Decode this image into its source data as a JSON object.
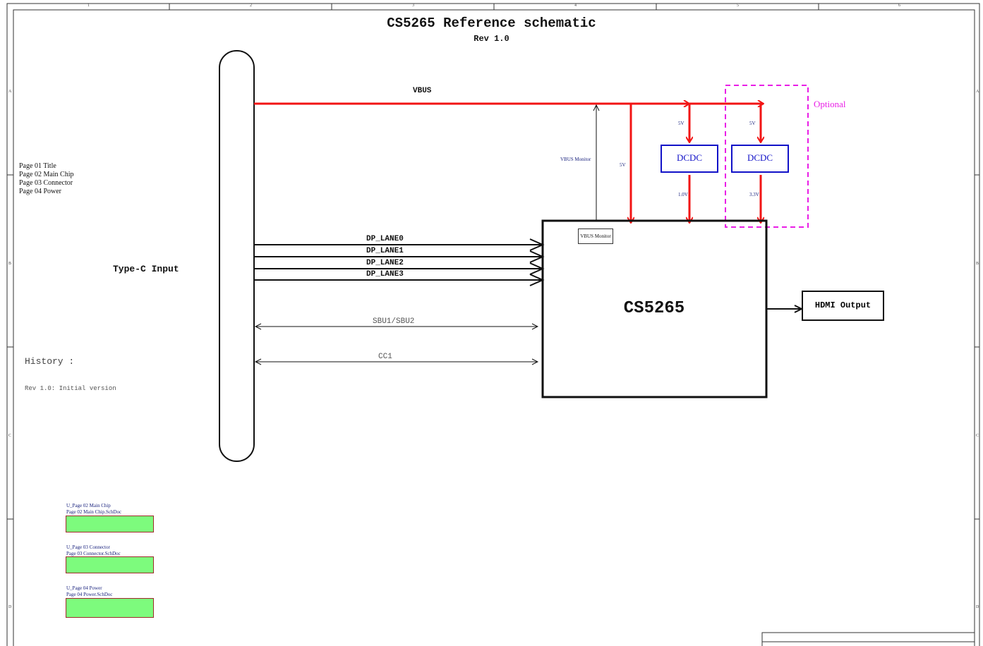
{
  "title": "CS5265 Reference schematic",
  "revision": "Rev 1.0",
  "page_list": [
    "Page 01 Title",
    "Page 02 Main Chip",
    "Page 03 Connector",
    "Page 04 Power"
  ],
  "history": {
    "heading": "History :",
    "entries": [
      "Rev 1.0: Initial version"
    ]
  },
  "connector_label": "Type-C Input",
  "nets": {
    "vbus": "VBUS",
    "vbus_monitor": "VBUS Monitor",
    "dp_lanes": [
      "DP_LANE0",
      "DP_LANE1",
      "DP_LANE2",
      "DP_LANE3"
    ],
    "sbu": "SBU1/SBU2",
    "cc": "CC1"
  },
  "power": {
    "rail_5v_a": "5V",
    "rail_5v_b": "5V",
    "rail_5v_c": "5V",
    "rail_1v0": "1.0V",
    "rail_3v3": "3.3V",
    "dcdc_1": "DCDC",
    "dcdc_2": "DCDC",
    "optional": "Optional"
  },
  "chip_name": "CS5265",
  "vbus_monitor_block": "VBUS Monitor",
  "output": "HDMI Output",
  "sheet_symbols": [
    {
      "designator": "U_Page 02 Main Chip",
      "file": "Page 02 Main Chip.SchDoc"
    },
    {
      "designator": "U_Page 03 Connector",
      "file": "Page 03 Connector.SchDoc"
    },
    {
      "designator": "U_Page 04 Power",
      "file": "Page 04 Power.SchDoc"
    }
  ],
  "border_columns": [
    "1",
    "2",
    "3",
    "4",
    "5",
    "6"
  ],
  "border_rows": [
    "A",
    "B",
    "C",
    "D"
  ],
  "colors": {
    "power": "#f21414",
    "dcdc": "#1212c8",
    "optional": "#e91ee6",
    "sheet_symbol": "#7dfb7d",
    "wire": "#111111"
  }
}
